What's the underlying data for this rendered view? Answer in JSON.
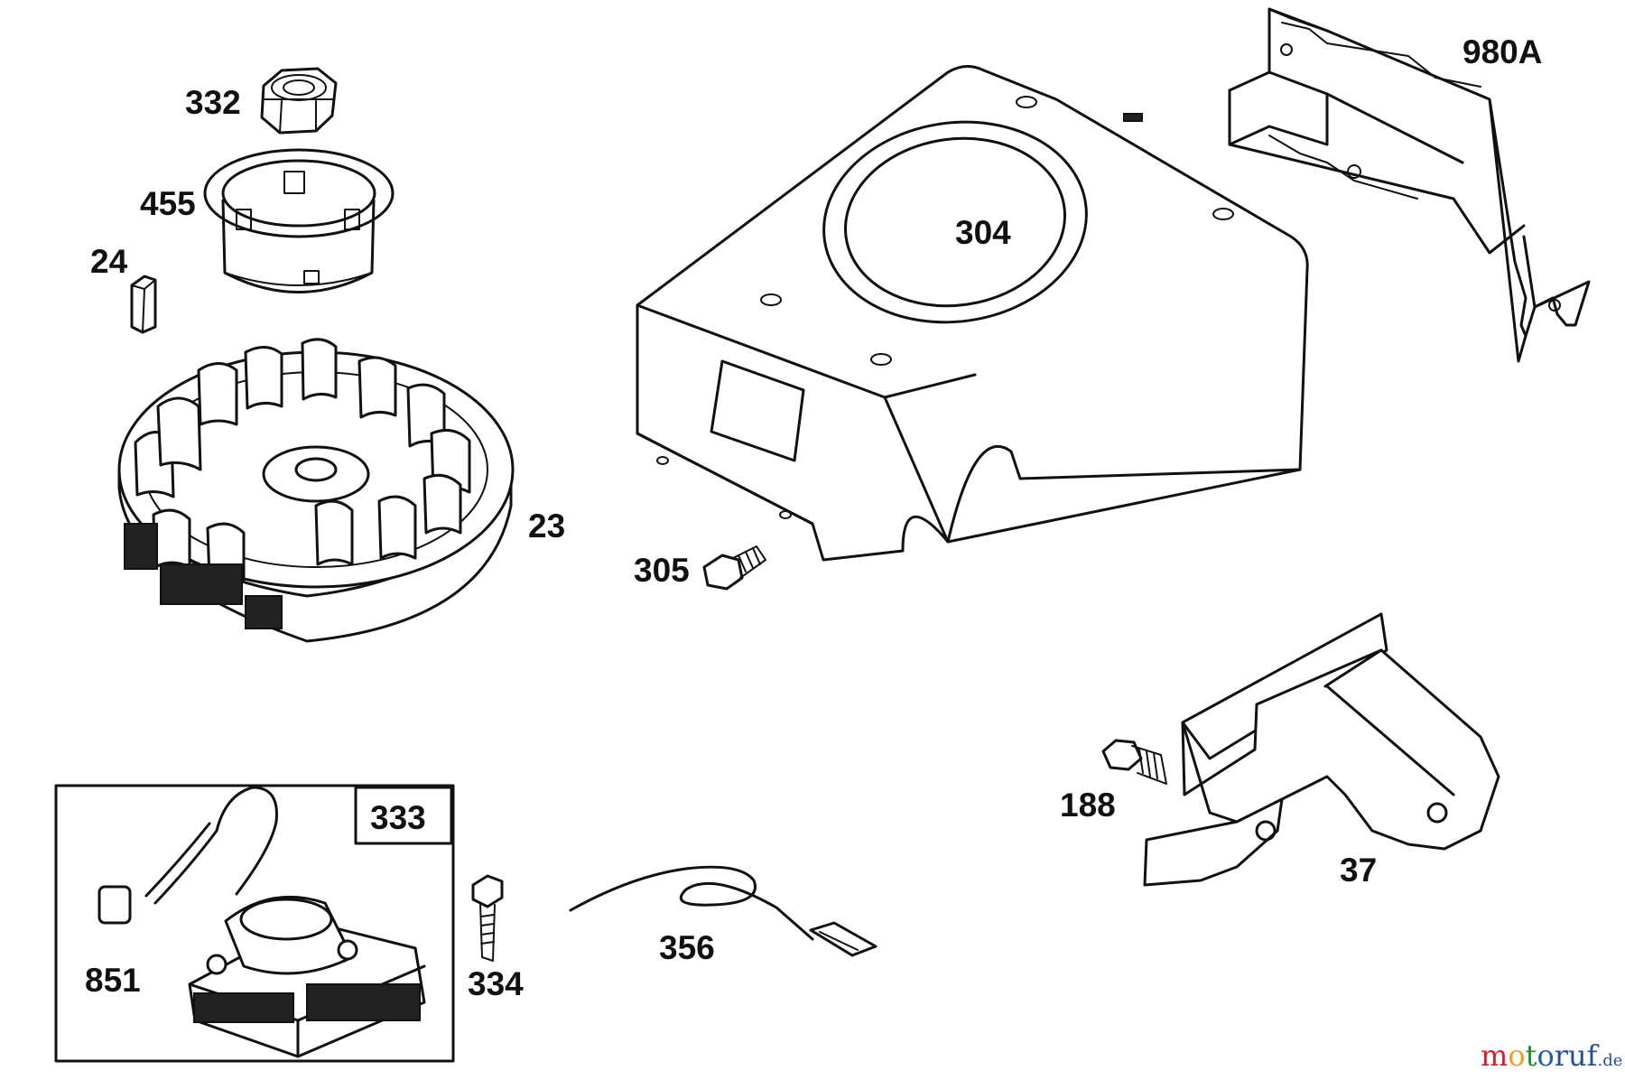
{
  "parts": {
    "p332": "332",
    "p455": "455",
    "p24": "24",
    "p23": "23",
    "p304": "304",
    "p305": "305",
    "p980A": "980A",
    "p333": "333",
    "p851": "851",
    "p334": "334",
    "p356": "356",
    "p188": "188",
    "p37": "37"
  },
  "watermark": {
    "m1": "m",
    "o1": "o",
    "t": "t",
    "o2": "o",
    "r": "r",
    "u": "u",
    "f": "f",
    "de": ".de"
  },
  "colors": {
    "ink": "#111111",
    "logo_m": "#d2232a",
    "logo_o1": "#f0a020",
    "logo_t": "#2a8a3a",
    "logo_o2": "#1f5fb0",
    "logo_rest": "#2a4f9a"
  }
}
